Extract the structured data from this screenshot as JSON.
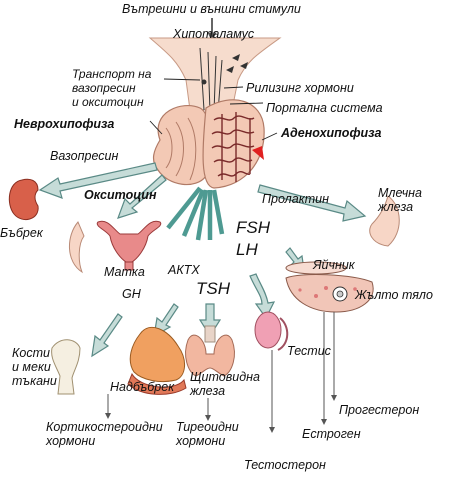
{
  "labels": {
    "stimuli": "Вътрешни и външни стимули",
    "hypothalamus": "Хипоталамус",
    "transport": "Транспорт на\nвазопресин\nи окситоцин",
    "releasing": "Рилизинг хормони",
    "portal": "Портална система",
    "neurohypophysis": "Неврохипофиза",
    "adenohypophysis": "Аденохипофиза",
    "vasopressin": "Вазопресин",
    "oxytocin": "Окситоцин",
    "kidney": "Бъбрек",
    "uterus": "Матка",
    "prolactin": "Пролактин",
    "mammary": "Млечна\nжлеза",
    "fsh": "FSH",
    "lh": "LH",
    "ovary": "Яйчник",
    "corpus_luteum": "Жълто тяло",
    "actx": "АКТХ",
    "gh": "GH",
    "tsh": "TSH",
    "bones": "Кости\nи меки\nтъкани",
    "adrenal": "Надбъбрек",
    "thyroid": "Щитовидна\nжлеза",
    "testis": "Тестис",
    "corticosteroid": "Кортикостероидни\nхормони",
    "thyroid_hormones": "Тиреоидни\nхормони",
    "progesterone": "Прогестерон",
    "estrogen": "Естроген",
    "testosterone": "Тестостерон"
  },
  "colors": {
    "arrow_fill": "#c6dcd8",
    "arrow_stroke": "#5a8a86",
    "fan": "#4e9a92",
    "tissue": "#f3c9b5",
    "vessel": "#7a2a2a",
    "kidney": "#d8604a",
    "adrenal": "#f0a060",
    "thyroid": "#f2b7a0",
    "testis": "#f0a0b4",
    "red_tip": "#e02020"
  }
}
